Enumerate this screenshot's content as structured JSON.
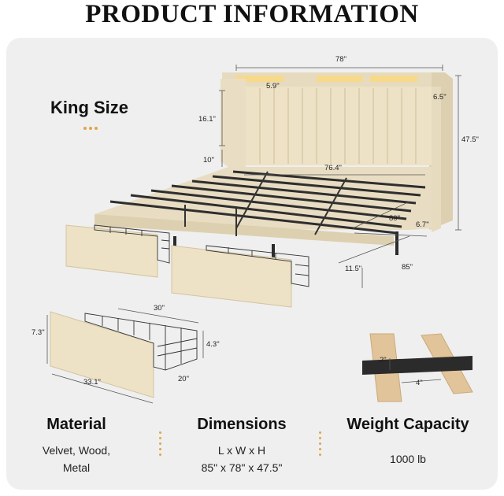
{
  "title": "PRODUCT INFORMATION",
  "size_label": "King Size",
  "dimensions": {
    "d78": "78\"",
    "d59": "5.9\"",
    "d65": "6.5\"",
    "d161": "16.1\"",
    "d475": "47.5\"",
    "d10": "10\"",
    "d764": "76.4\"",
    "d80": "80\"",
    "d67": "6.7\"",
    "d115": "11.5\"",
    "d85": "85\""
  },
  "drawer": {
    "width": "30\"",
    "height": "7.3\"",
    "depth_inner": "4.3\"",
    "length": "33.1\"",
    "depth": "20\""
  },
  "slat": {
    "thickness": "2\"",
    "width": "4\""
  },
  "specs": [
    {
      "heading": "Material",
      "lines": [
        "Velvet, Wood,",
        "Metal"
      ]
    },
    {
      "heading": "Dimensions",
      "lines": [
        "L x W x H",
        "85\" x 78\" x 47.5\""
      ]
    },
    {
      "heading": "Weight Capacity",
      "lines": [
        "1000 lb"
      ]
    }
  ],
  "colors": {
    "fabric": "#ede2c6",
    "accent": "#e0a54a",
    "metal": "#2b2b2b",
    "wood": "#e2c49b"
  }
}
